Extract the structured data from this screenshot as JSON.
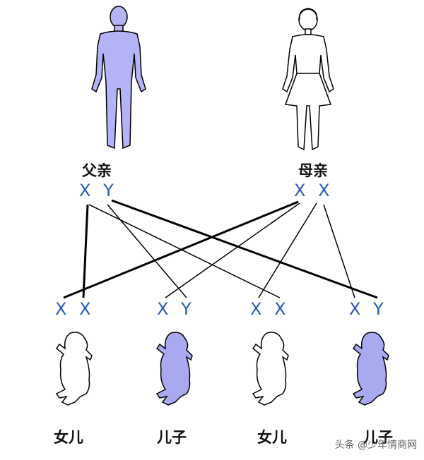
{
  "parents": {
    "father": {
      "label": "父亲",
      "chromosomes": [
        "X",
        "Y"
      ],
      "figure_color": "#b3b3f5"
    },
    "mother": {
      "label": "母亲",
      "chromosomes": [
        "X",
        "X"
      ],
      "figure_color": "#ffffff"
    }
  },
  "children": [
    {
      "label": "女儿",
      "chromosomes": [
        "X",
        "X"
      ],
      "figure_color": "#ffffff"
    },
    {
      "label": "儿子",
      "chromosomes": [
        "X",
        "Y"
      ],
      "figure_color": "#a9a9f0"
    },
    {
      "label": "女儿",
      "chromosomes": [
        "X",
        "X"
      ],
      "figure_color": "#ffffff"
    },
    {
      "label": "儿子",
      "chromosomes": [
        "X",
        "Y"
      ],
      "figure_color": "#a9a9f0"
    }
  ],
  "watermark": "头条 @少年情商网"
}
